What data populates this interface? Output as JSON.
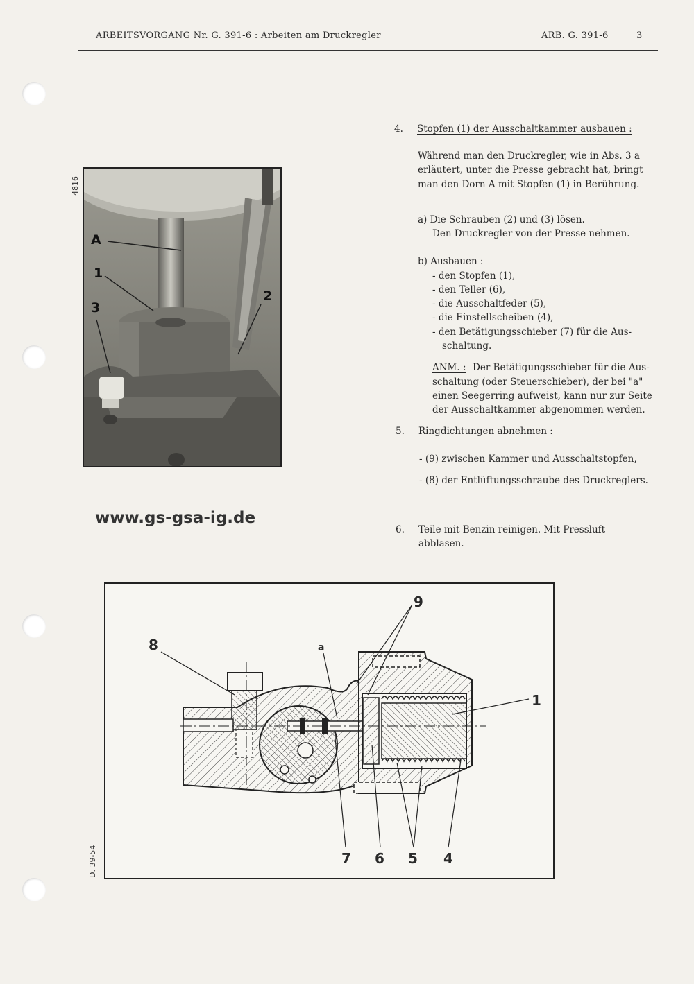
{
  "header": {
    "left": "ARBEITSVORGANG Nr. G. 391-6 : Arbeiten am Druckregler",
    "right_code": "ARB. G. 391-6",
    "page_number": "3"
  },
  "photo": {
    "side_number": "4816",
    "labels": {
      "a": "A",
      "one": "1",
      "two": "2",
      "three": "3"
    }
  },
  "website": "www.gs-gsa-ig.de",
  "steps": {
    "s4": {
      "number": "4.",
      "title": "Stopfen (1) der Ausschaltkammer ausbauen :",
      "intro": [
        "Während man den Druckregler, wie in Abs. 3 a",
        "erläutert, unter die Presse gebracht hat, bringt",
        "man den Dorn A mit Stopfen (1) in Berührung."
      ],
      "a": [
        "a)  Die Schrauben (2) und (3) lösen.",
        "Den Druckregler von der Presse nehmen."
      ],
      "b_title": "b)  Ausbauen :",
      "b_items": [
        "- den Stopfen (1),",
        "- den Teller (6),",
        "- die Ausschaltfeder (5),",
        "- die Einstellscheiben (4),",
        "- den Betätigungsschieber (7) für die Aus-",
        "schaltung."
      ],
      "note_label": "ANM. :",
      "note_lines": [
        "Der Betätigungsschieber für die Aus-",
        "schaltung (oder Steuerschieber), der bei \"a\"",
        "einen Seegerring aufweist, kann nur zur Seite",
        "der Ausschaltkammer abgenommen werden."
      ]
    },
    "s5": {
      "number": "5.",
      "title": "Ringdichtungen abnehmen :",
      "items": [
        "- (9) zwischen Kammer und Ausschaltstopfen,",
        "- (8) der Entlüftungsschraube des Druckreglers."
      ]
    },
    "s6": {
      "number": "6.",
      "lines": [
        "Teile mit Benzin reinigen. Mit Pressluft",
        "abblasen."
      ]
    }
  },
  "diagram": {
    "code": "D. 39-54",
    "labels": {
      "l8": "8",
      "l9": "9",
      "la": "a",
      "l1": "1",
      "l7": "7",
      "l6": "6",
      "l5": "5",
      "l4": "4"
    }
  }
}
